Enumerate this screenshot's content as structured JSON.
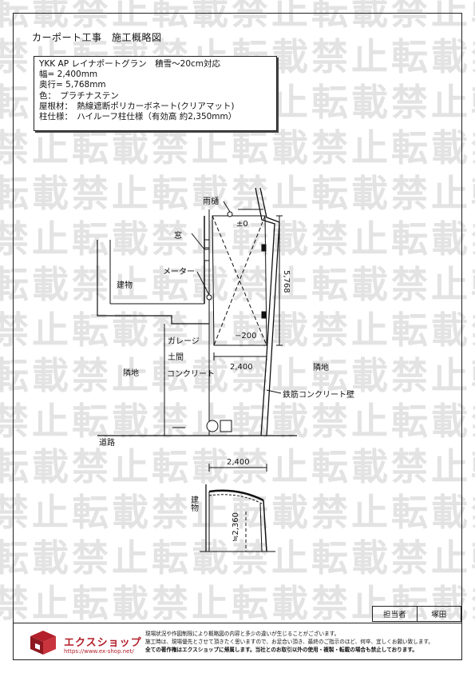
{
  "title": "カーポート工事　施工概略図",
  "spec": {
    "lines": [
      "YKK AP レイナポートグラン　積雪～20cm対応",
      "幅= 2,400mm",
      "奥行= 5,768mm",
      "色：　プラチナステン",
      "屋根材：　熱線遮断ポリカーボネート(クリアマット)",
      "柱仕様：　ハイルーフ柱仕様（有効高 約2,350mm）"
    ]
  },
  "watermark": "転載禁止",
  "plan": {
    "amado_label": "雨樋",
    "zero_label": "±0",
    "window_label": "窓",
    "meter_label": "メーター",
    "building_label": "建物",
    "minus200_label": "−200",
    "depth_label": "5,768",
    "garage_label": "ガレージ",
    "doma_label": "土間",
    "concrete_label": "コンクリート",
    "width_label": "2,400",
    "neighbor_left": "隣地",
    "neighbor_right": "隣地",
    "wall_label": "鉄筋コンクリート壁",
    "road_label": "道路"
  },
  "elevation": {
    "width_label": "2,400",
    "building_label": "建物",
    "height_label": "≒2,360"
  },
  "stamp": {
    "role": "担当者",
    "name": "塚田"
  },
  "footer": {
    "brand": "エクスショップ",
    "url": "https://www.ex-shop.net/",
    "notes": [
      "現場状況や作図制限により概略図の内容と多少の違いが生じることがございます。",
      "施工時は、現場優先とさせて頂きたく思いますので、お足合い頂き、最終のご指示のほど、何卒、宜しくお願い致します。",
      "全ての著作権はエクスショップに帰属します。当社とのお取引以外の使用・複製・転載の場合も禁止しております。"
    ]
  },
  "colors": {
    "brand_red": "#b3202a",
    "watermark_gray": "#e3e3e3"
  }
}
